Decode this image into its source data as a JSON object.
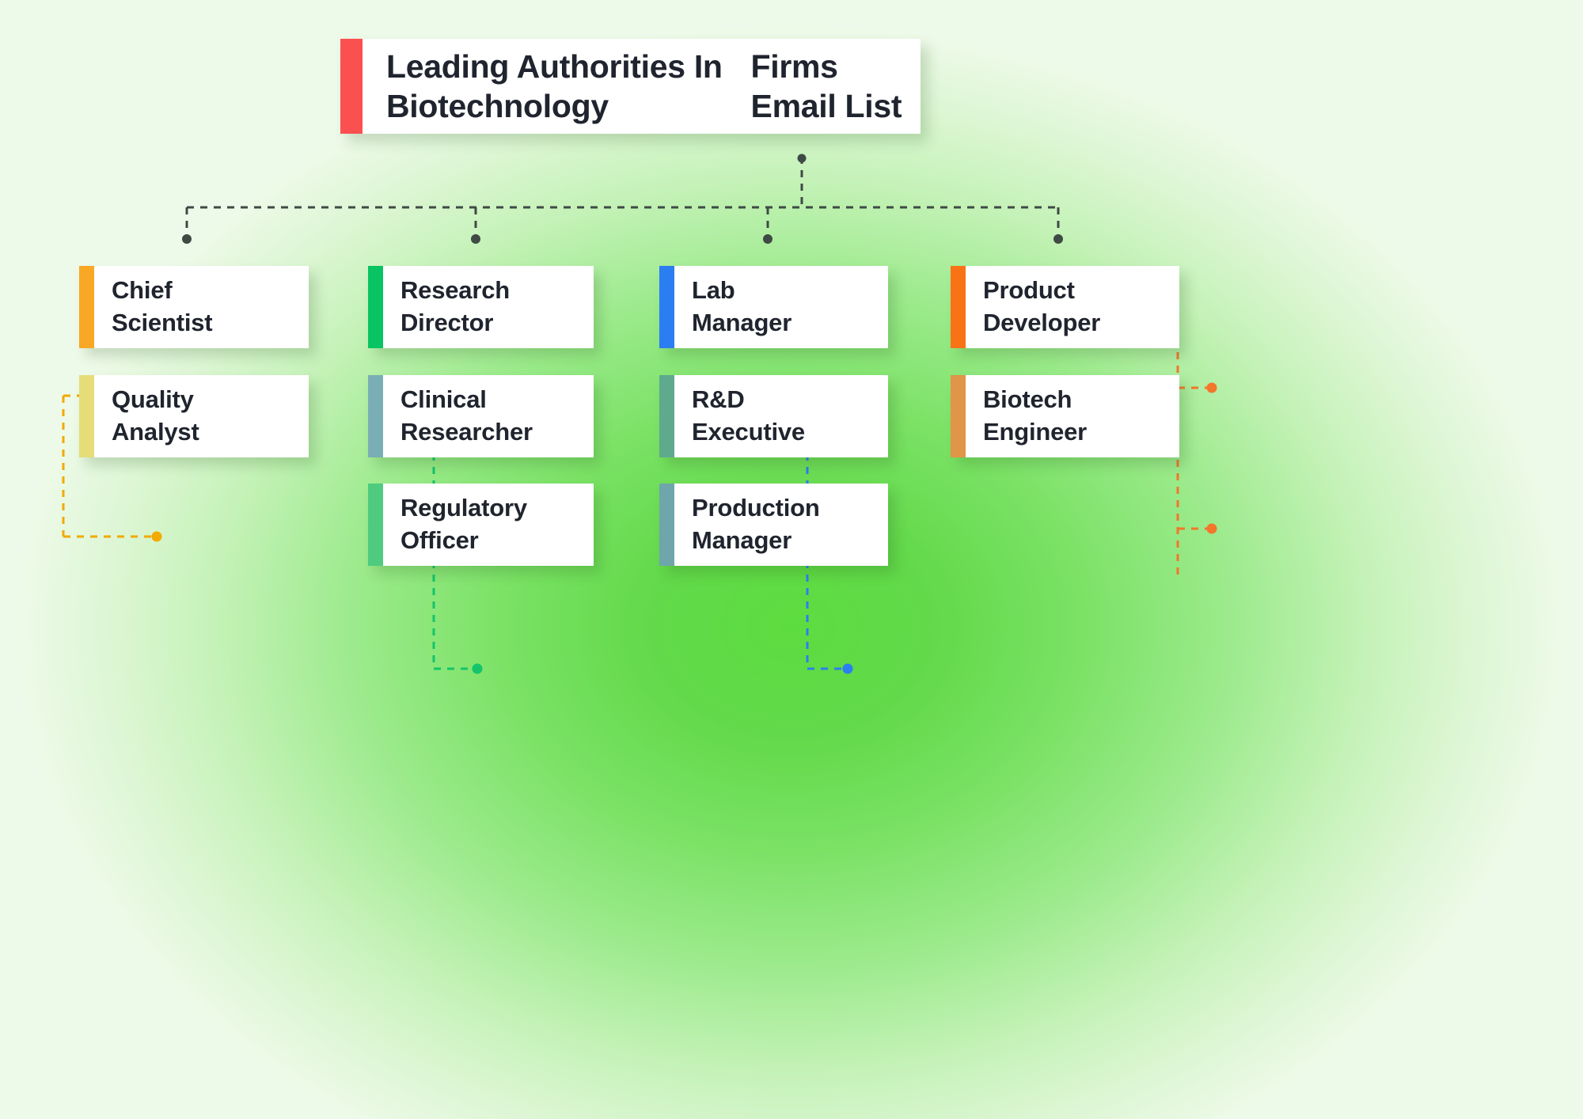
{
  "chart_data": {
    "type": "diagram",
    "diagram_kind": "organizational-tree",
    "title": "Leading Authorities In Biotechnology Firms Email List",
    "root": "Leading Authorities In Biotechnology Firms Email List",
    "branches": [
      {
        "branch_index": 1,
        "connector_color": "#F2A900",
        "nodes": [
          {
            "label": "Chief\nScientist",
            "accent": "#F9A825"
          },
          {
            "label": "Quality\nAnalyst",
            "accent": "#E6DC78"
          }
        ]
      },
      {
        "branch_index": 2,
        "connector_color": "#14C46A",
        "nodes": [
          {
            "label": "Research\nDirector",
            "accent": "#08C462"
          },
          {
            "label": "Clinical\nResearcher",
            "accent": "#79AFB4"
          },
          {
            "label": "Regulatory\nOfficer",
            "accent": "#4ECB7F"
          }
        ]
      },
      {
        "branch_index": 3,
        "connector_color": "#2A7FF0",
        "nodes": [
          {
            "label": "Lab\nManager",
            "accent": "#2B7DF2"
          },
          {
            "label": "R&D\nExecutive",
            "accent": "#5FA98D"
          },
          {
            "label": "Production\nManager",
            "accent": "#6FA6AB"
          }
        ]
      },
      {
        "branch_index": 4,
        "connector_color": "#F3762B",
        "nodes": [
          {
            "label": "Product\nDeveloper",
            "accent": "#F97316"
          },
          {
            "label": "Biotech Engineer",
            "accent": "#E09548"
          }
        ]
      }
    ]
  },
  "header": {
    "title_line_1": "Leading Authorities In Biotechnology",
    "title_line_2": "Firms Email List",
    "title_full": "Leading Authorities In Biotechnology Firms Email List",
    "accent_color": "#FB5050"
  },
  "columns": [
    {
      "id": "column-1",
      "connector_color": "#F2A900",
      "nodes": [
        {
          "id": "chief-scientist",
          "label": "Chief\nScientist",
          "accent_color": "#F9A825"
        },
        {
          "id": "quality-analyst",
          "label": "Quality\nAnalyst",
          "accent_color": "#E6DC78"
        }
      ]
    },
    {
      "id": "column-2",
      "connector_color": "#14C46A",
      "nodes": [
        {
          "id": "research-director",
          "label": "Research\nDirector",
          "accent_color": "#08C462"
        },
        {
          "id": "clinical-researcher",
          "label": "Clinical\nResearcher",
          "accent_color": "#79AFB4"
        },
        {
          "id": "regulatory-officer",
          "label": "Regulatory\nOfficer",
          "accent_color": "#4ECB7F"
        }
      ]
    },
    {
      "id": "column-3",
      "connector_color": "#2A7FF0",
      "nodes": [
        {
          "id": "lab-manager",
          "label": "Lab\nManager",
          "accent_color": "#2B7DF2"
        },
        {
          "id": "rd-executive",
          "label": "R&D\nExecutive",
          "accent_color": "#5FA98D"
        },
        {
          "id": "production-manager",
          "label": "Production\nManager",
          "accent_color": "#6FA6AB"
        }
      ]
    },
    {
      "id": "column-4",
      "connector_color": "#F3762B",
      "nodes": [
        {
          "id": "product-developer",
          "label": "Product\nDeveloper",
          "accent_color": "#F97316"
        },
        {
          "id": "biotech-engineer",
          "label": "Biotech Engineer",
          "accent_color": "#E09548"
        }
      ]
    }
  ],
  "theme": {
    "background_start": "#EEFAE9",
    "background_end": "#5DDC3F",
    "card_background": "#FFFFFF",
    "text_color": "#20242E",
    "wire_color": "#3F4A45"
  }
}
